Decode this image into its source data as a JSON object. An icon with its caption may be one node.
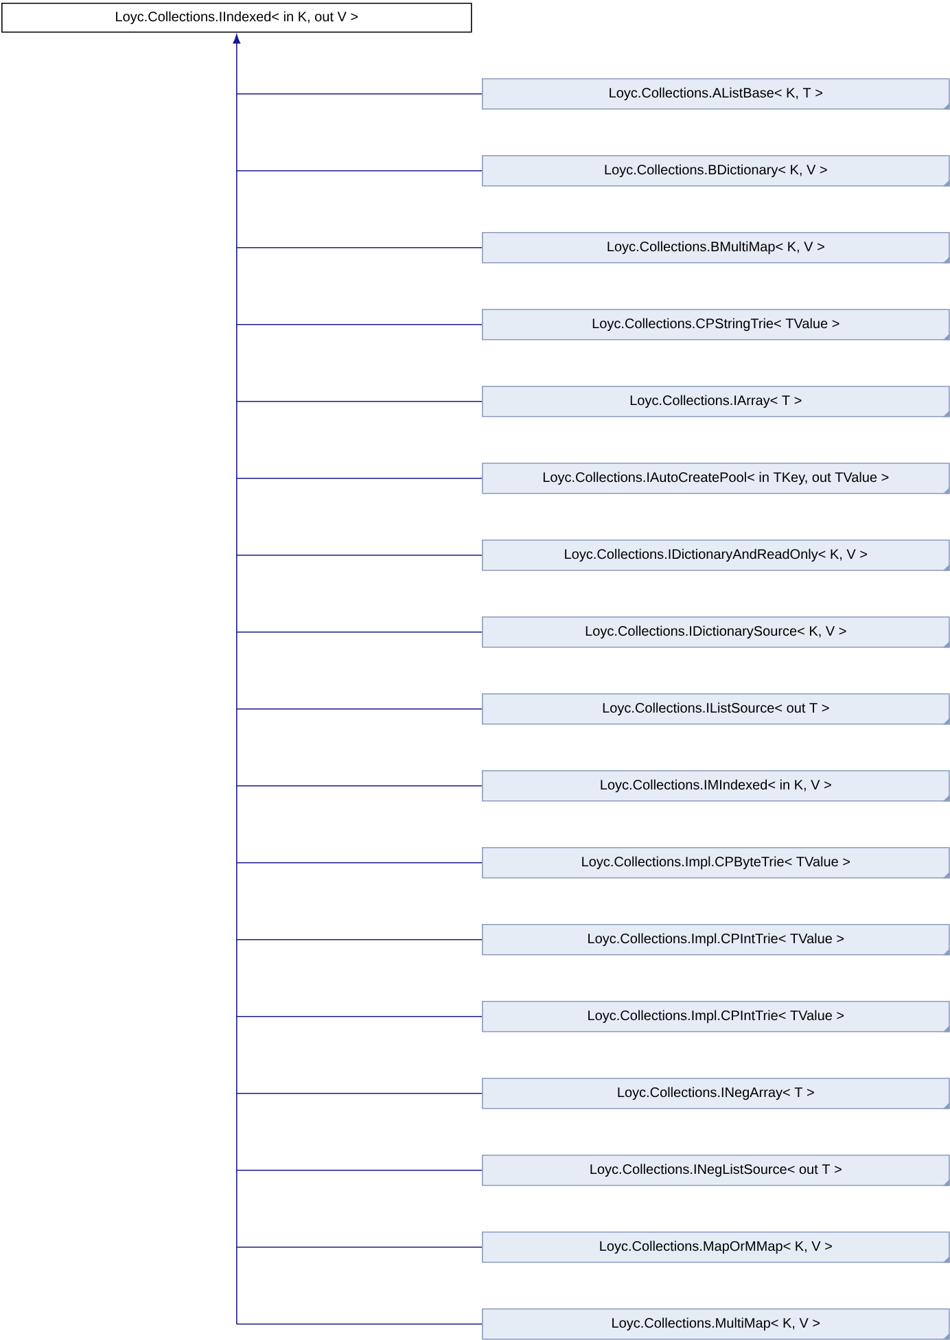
{
  "diagram": {
    "nodes": [
      {
        "text": [
          "Loyc.Collections.IIndexed< in K, out V >"
        ]
      },
      {
        "text": [
          "Loyc.Collections.AListBase< K, T >"
        ]
      },
      {
        "text": [
          "Loyc.Collections.BDictionary< K, V >"
        ]
      },
      {
        "text": [
          "Loyc.Collections.BMultiMap< K, V >"
        ]
      },
      {
        "text": [
          "Loyc.Collections.CPStringTrie< TValue >"
        ]
      },
      {
        "text": [
          "Loyc.Collections.IArray< T >"
        ]
      },
      {
        "text": [
          "Loyc.Collections.IAutoCreatePool< in TKey, out TValue >"
        ]
      },
      {
        "text": [
          "Loyc.Collections.IDictionaryAndReadOnly< K, V >"
        ]
      },
      {
        "text": [
          "Loyc.Collections.IDictionarySource< K, V >"
        ]
      },
      {
        "text": [
          "Loyc.Collections.IListSource< out T >"
        ]
      },
      {
        "text": [
          "Loyc.Collections.IMIndexed< in K, V >"
        ]
      },
      {
        "text": [
          "Loyc.Collections.Impl.CPByteTrie< TValue >"
        ]
      },
      {
        "text": [
          "Loyc.Collections.Impl.CPIntTrie< TValue >"
        ]
      },
      {
        "text": [
          "Loyc.Collections.Impl.CPIntTrie< TValue >"
        ]
      },
      {
        "text": [
          "Loyc.Collections.INegArray< T >"
        ]
      },
      {
        "text": [
          "Loyc.Collections.INegListSource< out T >"
        ]
      },
      {
        "text": [
          "Loyc.Collections.MapOrMMap< K, V >"
        ]
      },
      {
        "text": [
          "Loyc.Collections.MultiMap< K, V >"
        ]
      }
    ],
    "edges": [
      {
        "from": 1,
        "to": 0,
        "arrow": "to"
      },
      {
        "from": 2,
        "to": 0,
        "arrow": "to"
      },
      {
        "from": 3,
        "to": 0,
        "arrow": "to"
      },
      {
        "from": 4,
        "to": 0,
        "arrow": "to"
      },
      {
        "from": 5,
        "to": 0,
        "arrow": "to"
      },
      {
        "from": 6,
        "to": 0,
        "arrow": "to"
      },
      {
        "from": 7,
        "to": 0,
        "arrow": "to"
      },
      {
        "from": 8,
        "to": 0,
        "arrow": "to"
      },
      {
        "from": 9,
        "to": 0,
        "arrow": "to"
      },
      {
        "from": 10,
        "to": 0,
        "arrow": "to"
      },
      {
        "from": 11,
        "to": 0,
        "arrow": "to"
      },
      {
        "from": 12,
        "to": 0,
        "arrow": "to"
      },
      {
        "from": 13,
        "to": 0,
        "arrow": "to"
      },
      {
        "from": 14,
        "to": 0,
        "arrow": "to"
      },
      {
        "from": 15,
        "to": 0,
        "arrow": "to"
      },
      {
        "from": 16,
        "to": 0,
        "arrow": "to"
      },
      {
        "from": 17,
        "to": 0,
        "arrow": "to"
      }
    ]
  }
}
